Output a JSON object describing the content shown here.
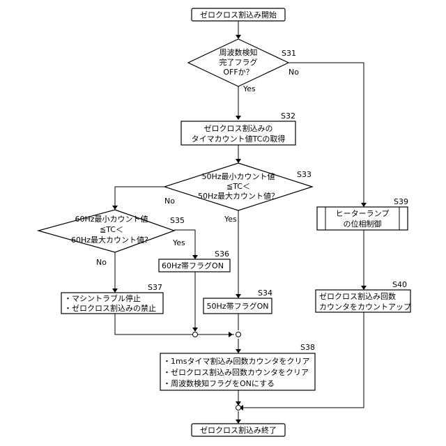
{
  "flowchart": {
    "start": "ゼロクロス割込み開始",
    "end": "ゼロクロス割込み終了",
    "s31": {
      "label": "S31",
      "lines": [
        "周波数検知",
        "完了フラグ",
        "OFFか？"
      ],
      "yes": "Yes",
      "no": "No"
    },
    "s32": {
      "label": "S32",
      "lines": [
        "ゼロクロス割込みの",
        "タイマカウント値TCの取得"
      ]
    },
    "s33": {
      "label": "S33",
      "lines": [
        "50Hz最小カウント値",
        "≦TC＜",
        "50Hz最大カウント値？"
      ],
      "yes": "Yes",
      "no": "No"
    },
    "s34": {
      "label": "S34",
      "text": "50Hz帯フラグON"
    },
    "s35": {
      "label": "S35",
      "lines": [
        "60Hz最小カウント値",
        "≦TC＜",
        "60Hz最大カウント値？"
      ],
      "yes": "Yes",
      "no": "No"
    },
    "s36": {
      "label": "S36",
      "text": "60Hz帯フラグON"
    },
    "s37": {
      "label": "S37",
      "lines": [
        "・マシントラブル停止",
        "・ゼロクロス割込みの禁止"
      ]
    },
    "s38": {
      "label": "S38",
      "lines": [
        "・1msタイマ割込み回数カウンタをクリア",
        "・ゼロクロス割込み回数カウンタをクリア",
        "・周波数検知フラグをONにする"
      ]
    },
    "s39": {
      "label": "S39",
      "lines": [
        "ヒーターランプ",
        "の位相制御"
      ]
    },
    "s40": {
      "label": "S40",
      "lines": [
        "ゼロクロス割込み回数",
        "カウンタをカウントアップ"
      ]
    }
  }
}
